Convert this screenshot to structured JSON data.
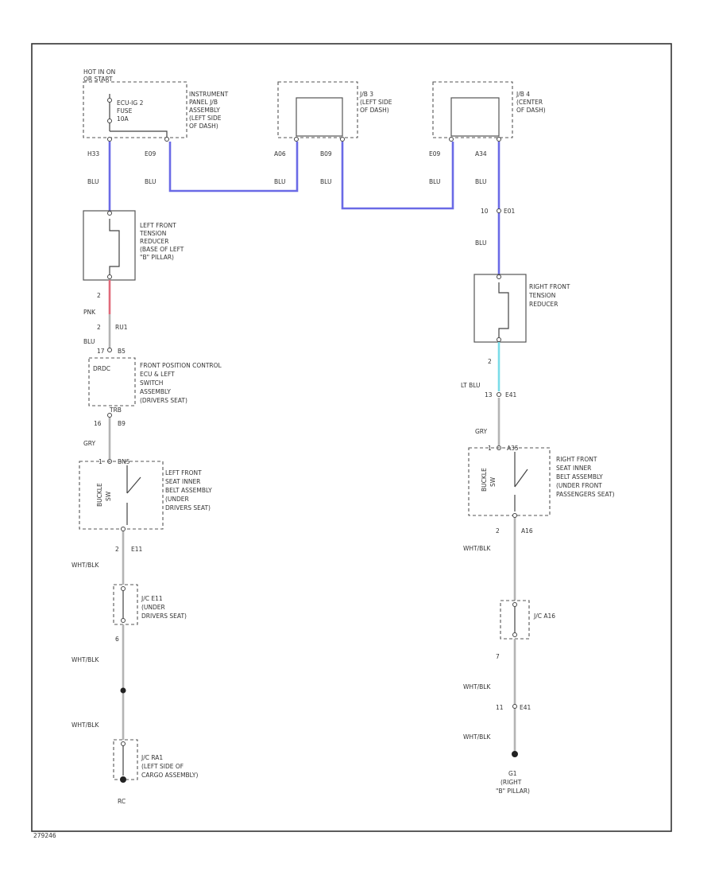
{
  "colors": {
    "blu_wire": "#6a6ae6",
    "pnk_wire": "#e06a7a",
    "lt_blu_wire": "#7adce8",
    "gry_wire": "#b4b4b4",
    "frame": "#333333"
  },
  "top": {
    "hot_label_1": "HOT IN ON",
    "hot_label_2": "OR START",
    "fuse_label_1": "ECU-IG 2",
    "fuse_label_2": "FUSE",
    "fuse_label_3": "10A",
    "ipjb_1": "INSTRUMENT",
    "ipjb_2": "PANEL J/B",
    "ipjb_3": "ASSEMBLY",
    "ipjb_4": "(LEFT SIDE",
    "ipjb_5": "OF DASH)",
    "jb3_1": "J/B 3",
    "jb3_2": "(LEFT SIDE",
    "jb3_3": "OF DASH)",
    "jb4_1": "J/B 4",
    "jb4_2": "(CENTER",
    "jb4_3": "OF DASH)",
    "pin_h33": "H33",
    "pin_e09": "E09",
    "pin_a06": "A06",
    "pin_b09": "B09",
    "pin_e09b": "E09",
    "pin_a34": "A34"
  },
  "wires": {
    "blu_1": "BLU",
    "blu_2": "BLU",
    "blu_3": "BLU",
    "blu_4": "BLU",
    "blu_5": "BLU",
    "blu_6": "BLU",
    "blu_7": "BLU",
    "pnk": "PNK",
    "blu_left": "BLU",
    "gry_left": "GRY",
    "whtblk_1": "WHT/BLK",
    "whtblk_2": "WHT/BLK",
    "whtblk_3": "WHT/BLK",
    "lt_blu": "LT BLU",
    "gry_right": "GRY",
    "whtblk_r1": "WHT/BLK",
    "whtblk_r2": "WHT/BLK",
    "whtblk_r3": "WHT/BLK"
  },
  "left": {
    "ltr_1": "LEFT FRONT",
    "ltr_2": "TENSION",
    "ltr_3": "REDUCER",
    "ltr_4": "(BASE OF LEFT",
    "ltr_5": "\"B\" PILLAR)",
    "pin_2a": "2",
    "pin_ru1": "RU1",
    "pin_2b": "2",
    "pin_17": "17",
    "pin_b5": "B5",
    "fpc_1": "FRONT POSITION CONTROL",
    "fpc_2": "ECU & LEFT",
    "fpc_3": "SWITCH",
    "fpc_3b": "ASSEMBLY",
    "fpc_4": "(DRIVERS SEAT)",
    "fpc_inner": "DRDC",
    "pin_tr": "TRB",
    "pin_16": "16",
    "pin_b9": "B9",
    "pin_1": "1",
    "pin_bn5": "BN5",
    "buckle_1": "BUCKLE",
    "buckle_2": "SW",
    "lsib_1": "LEFT FRONT",
    "lsib_2": "SEAT INNER",
    "lsib_3": "BELT ASSEMBLY",
    "lsib_4": "(UNDER",
    "lsib_5": "DRIVERS SEAT)",
    "pin_2c": "2",
    "pin_e11": "E11",
    "jc_e1_1": "J/C E11",
    "jc_e1_2": "(UNDER",
    "jc_e1_3": "DRIVERS SEAT)",
    "pin_6": "6",
    "jc_ra_1": "J/C RA1",
    "jc_ra_2": "(LEFT SIDE OF",
    "jc_ra_3": "CARGO ASSEMBLY)",
    "gnd": "RC"
  },
  "right": {
    "pin_10": "10",
    "pin_e01": "E01",
    "rtr_1": "RIGHT FRONT",
    "rtr_2": "TENSION",
    "rtr_3": "REDUCER",
    "pin_2": "2",
    "pin_13": "13",
    "pin_e41": "E41",
    "pin_1": "1",
    "pin_a35": "A35",
    "buckle_1": "BUCKLE",
    "buckle_2": "SW",
    "rsib_1": "RIGHT FRONT",
    "rsib_2": "SEAT INNER",
    "rsib_3": "BELT ASSEMBLY",
    "rsib_4": "(UNDER FRONT",
    "rsib_5": "PASSENGERS SEAT)",
    "pin_2b": "2",
    "pin_a16": "A16",
    "jc_a16": "J/C A16",
    "pin_7": "7",
    "pin_11": "11",
    "pin_e41b": "E41",
    "gnd_1": "G1",
    "gnd_2": "(RIGHT",
    "gnd_3": "\"B\" PILLAR)"
  },
  "footer": {
    "code": "279246"
  }
}
